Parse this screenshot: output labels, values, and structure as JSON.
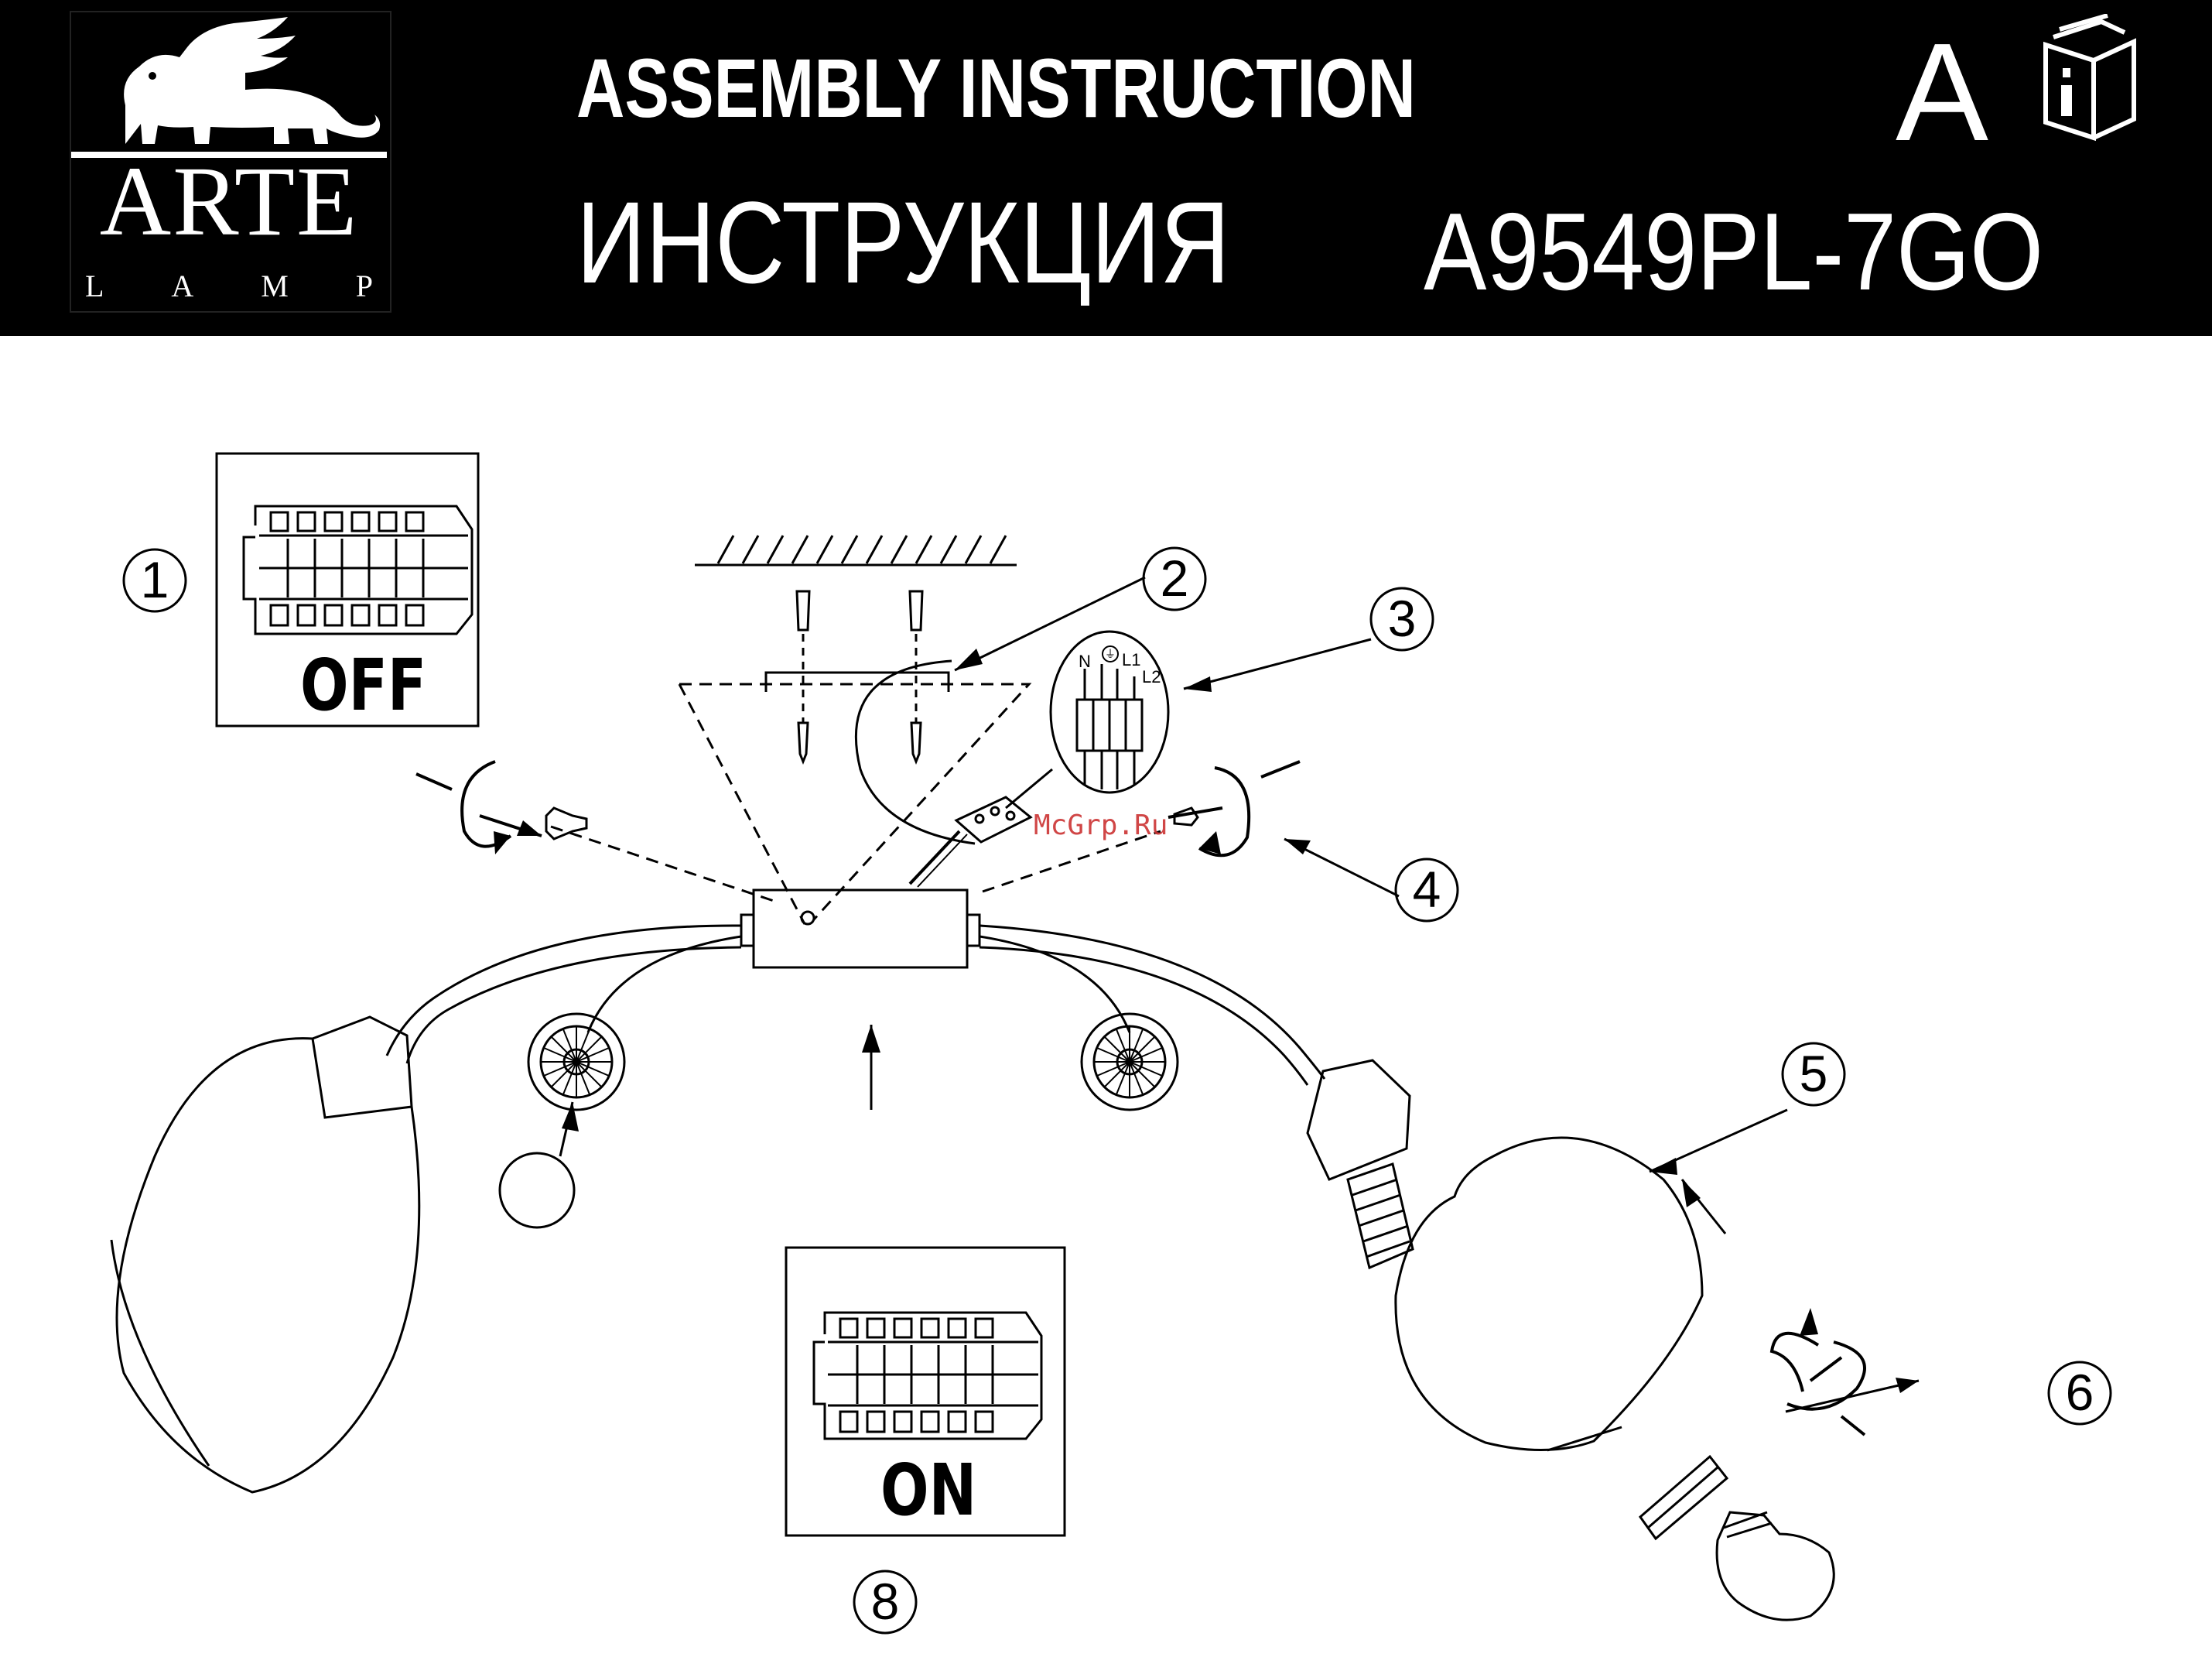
{
  "header": {
    "brand": "ARTE",
    "brand_sub": [
      "L",
      "A",
      "M",
      "P"
    ],
    "title_en": "ASSEMBLY INSTRUCTION",
    "title_ru": "ИНСТРУКЦИЯ",
    "model": "A9549PL-7GO",
    "class_letter": "A"
  },
  "panels": {
    "off_label": "OFF",
    "on_label": "ON"
  },
  "wiring": {
    "n": "N",
    "l1": "L1",
    "l2": "L2"
  },
  "steps": [
    "1",
    "2",
    "3",
    "4",
    "5",
    "6",
    "8"
  ],
  "watermark": "McGrp.Ru",
  "icons": [
    "griffin-logo-icon",
    "info-book-icon",
    "rotate-arrow-icon",
    "screw-icon",
    "light-bulb-icon"
  ]
}
